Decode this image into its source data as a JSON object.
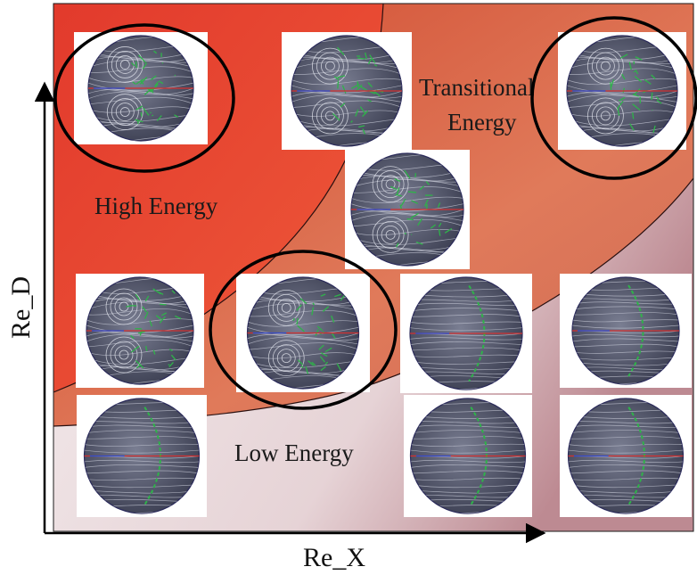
{
  "axes": {
    "x_label": "Re_X",
    "y_label": "Re_D"
  },
  "regions": [
    {
      "label_lines": [
        "High Energy"
      ],
      "color": "#e8402f"
    },
    {
      "label_lines": [
        "Transitional",
        "Energy"
      ],
      "color": "#d9684a"
    },
    {
      "label_lines": [
        "Low Energy"
      ],
      "color": "#f2ecee"
    }
  ],
  "thumbnails": [
    {
      "id": "r1c1",
      "regime": "high",
      "circled": true
    },
    {
      "id": "r1c2",
      "regime": "high",
      "circled": false
    },
    {
      "id": "r1c3",
      "regime": "transitional",
      "circled": true
    },
    {
      "id": "r2c1",
      "regime": "transitional",
      "circled": false
    },
    {
      "id": "r3c1",
      "regime": "high",
      "circled": false
    },
    {
      "id": "r3c2",
      "regime": "transitional",
      "circled": true
    },
    {
      "id": "r3c3",
      "regime": "low",
      "circled": false
    },
    {
      "id": "r3c4",
      "regime": "low",
      "circled": false
    },
    {
      "id": "r4c1",
      "regime": "low",
      "circled": false
    },
    {
      "id": "r4c2",
      "regime": "low",
      "circled": false
    },
    {
      "id": "r4c3",
      "regime": "low",
      "circled": false
    }
  ],
  "colors": {
    "high": "#e8402f",
    "transitional": "#d9684a",
    "low": "#efe7ea",
    "disk": "#4b4f63",
    "streamline": "#c9ccd8",
    "vortex_green": "#2fb24a",
    "vortex_red": "#d23030",
    "vortex_blue": "#2f4fd0"
  }
}
